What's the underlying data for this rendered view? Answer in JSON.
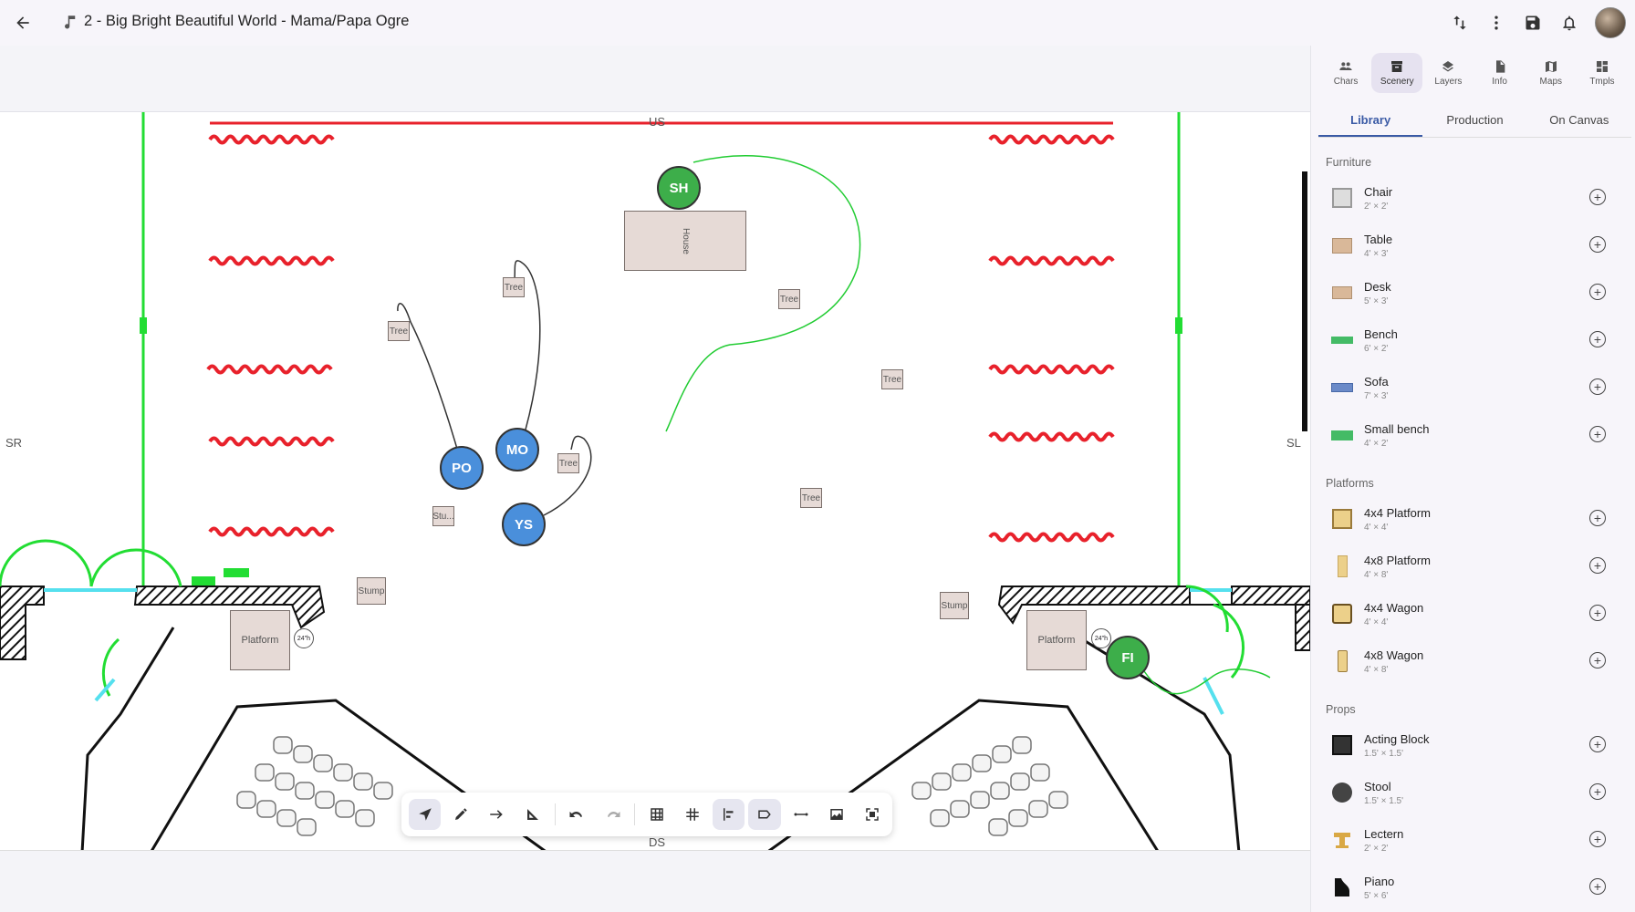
{
  "header": {
    "title": "2 - Big Bright Beautiful World - Mama/Papa Ogre",
    "title_icon": "music-note-icon"
  },
  "nav": [
    {
      "label": "Chars",
      "icon": "group-icon"
    },
    {
      "label": "Scenery",
      "icon": "inventory-icon",
      "active": true
    },
    {
      "label": "Layers",
      "icon": "layers-icon"
    },
    {
      "label": "Info",
      "icon": "document-icon"
    },
    {
      "label": "Maps",
      "icon": "map-icon"
    },
    {
      "label": "Tmpls",
      "icon": "dashboard-icon"
    }
  ],
  "tabs": [
    {
      "label": "Library",
      "active": true
    },
    {
      "label": "Production"
    },
    {
      "label": "On Canvas"
    }
  ],
  "library": {
    "furniture_title": "Furniture",
    "furniture": [
      {
        "name": "Chair",
        "size": "2' × 2'"
      },
      {
        "name": "Table",
        "size": "4' × 3'"
      },
      {
        "name": "Desk",
        "size": "5' × 3'"
      },
      {
        "name": "Bench",
        "size": "6' × 2'"
      },
      {
        "name": "Sofa",
        "size": "7' × 3'"
      },
      {
        "name": "Small bench",
        "size": "4' × 2'"
      }
    ],
    "platforms_title": "Platforms",
    "platforms": [
      {
        "name": "4x4 Platform",
        "size": "4' × 4'"
      },
      {
        "name": "4x8 Platform",
        "size": "4' × 8'"
      },
      {
        "name": "4x4 Wagon",
        "size": "4' × 4'"
      },
      {
        "name": "4x8 Wagon",
        "size": "4' × 8'"
      }
    ],
    "props_title": "Props",
    "props": [
      {
        "name": "Acting Block",
        "size": "1.5' × 1.5'"
      },
      {
        "name": "Stool",
        "size": "1.5' × 1.5'"
      },
      {
        "name": "Lectern",
        "size": "2' × 2'"
      },
      {
        "name": "Piano",
        "size": "5' × 6'"
      }
    ]
  },
  "stage": {
    "us": "US",
    "ds": "DS",
    "sr": "SR",
    "sl": "SL",
    "characters": [
      "SH",
      "MO",
      "PO",
      "YS",
      "FI"
    ],
    "house": "House",
    "tree": "Tree",
    "stump": "Stump",
    "stump_short": "Stu...",
    "platform": "Platform",
    "riser": "24\"h"
  },
  "colors": {
    "accent": "#3a5aa5",
    "char_blue": "#4a8fdb",
    "char_green": "#3dae4a",
    "curtain_red": "#e8212b",
    "wall_green": "#22dd33"
  }
}
